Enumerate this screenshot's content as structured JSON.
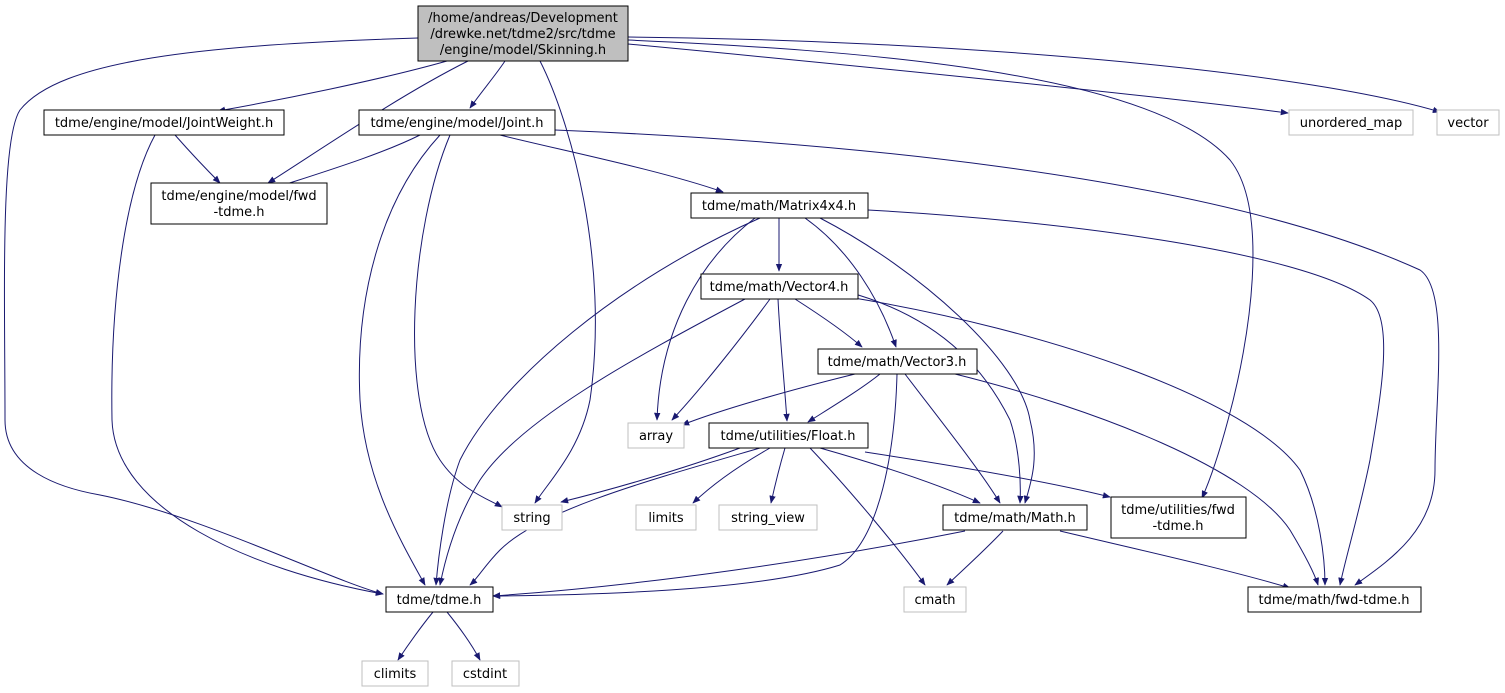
{
  "nodes": {
    "skinning": [
      "/home/andreas/Development",
      "/drewke.net/tdme2/src/tdme",
      "/engine/model/Skinning.h"
    ],
    "jointweight": [
      "tdme/engine/model/JointWeight.h"
    ],
    "joint": [
      "tdme/engine/model/Joint.h"
    ],
    "unordered_map": [
      "unordered_map"
    ],
    "vector": [
      "vector"
    ],
    "model_fwd": [
      "tdme/engine/model/fwd",
      "-tdme.h"
    ],
    "matrix4x4": [
      "tdme/math/Matrix4x4.h"
    ],
    "vector4": [
      "tdme/math/Vector4.h"
    ],
    "vector3": [
      "tdme/math/Vector3.h"
    ],
    "array": [
      "array"
    ],
    "float": [
      "tdme/utilities/Float.h"
    ],
    "string": [
      "string"
    ],
    "limits": [
      "limits"
    ],
    "string_view": [
      "string_view"
    ],
    "math": [
      "tdme/math/Math.h"
    ],
    "utilities_fwd": [
      "tdme/utilities/fwd",
      "-tdme.h"
    ],
    "tdme": [
      "tdme/tdme.h"
    ],
    "cmath": [
      "cmath"
    ],
    "math_fwd": [
      "tdme/math/fwd-tdme.h"
    ],
    "climits": [
      "climits"
    ],
    "cstdint": [
      "cstdint"
    ]
  },
  "colors": {
    "edge": "#191970",
    "root_fill": "#bfbfbf",
    "system_border": "#bfbfbf",
    "local_border": "#000000"
  }
}
